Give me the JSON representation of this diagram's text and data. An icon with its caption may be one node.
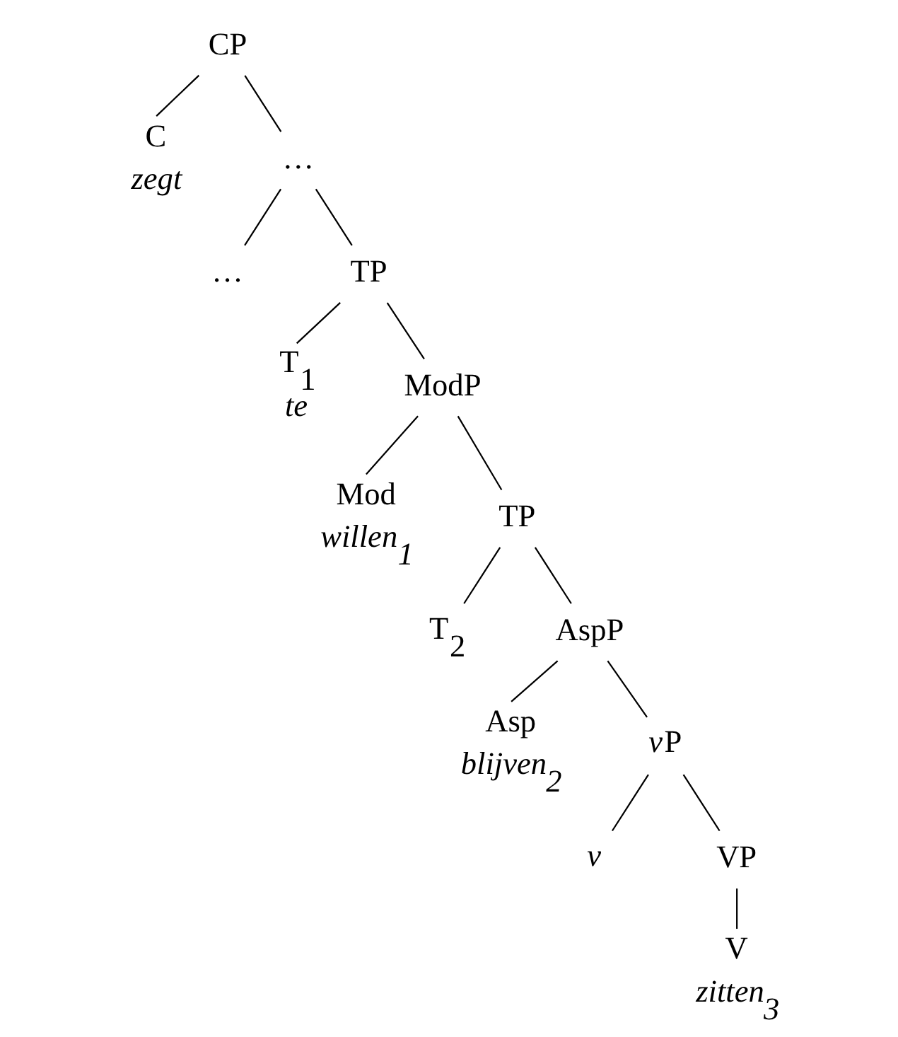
{
  "diagram": {
    "nodes": [
      {
        "text": [
          "CP"
        ]
      },
      {
        "text": [
          "C"
        ],
        "beside": [
          "zegt"
        ]
      },
      {
        "text": [
          "…"
        ]
      },
      {
        "text": [
          "…"
        ]
      },
      {
        "text": [
          "TP"
        ]
      },
      {
        "text": [
          "T$_{1}$"
        ],
        "beside": [
          "te"
        ]
      },
      {
        "text": [
          "ModP"
        ]
      },
      {
        "text": [
          "Mod"
        ],
        "beside": [
          "willen$_{1}$"
        ]
      },
      {
        "text": [
          "TP"
        ]
      },
      {
        "text": [
          "T$_{2}$"
        ]
      },
      {
        "text": [
          "AspP"
        ]
      },
      {
        "text": [
          "Asp"
        ],
        "beside": [
          "blijven$_{2}$"
        ]
      },
      {
        "text": [
          "vP"
        ]
      },
      {
        "text": [
          "v"
        ]
      },
      {
        "text": [
          "VP"
        ]
      },
      {
        "text": [
          "V"
        ],
        "beside": [
          "zitten$_{3}$"
        ]
      }
    ],
    "edges": [
      {
        "from": 0,
        "to": 1,
        "arrow": "none"
      },
      {
        "from": 0,
        "to": 2,
        "arrow": "none"
      },
      {
        "from": 2,
        "to": 3,
        "arrow": "none"
      },
      {
        "from": 2,
        "to": 4,
        "arrow": "none"
      },
      {
        "from": 4,
        "to": 5,
        "arrow": "none"
      },
      {
        "from": 4,
        "to": 6,
        "arrow": "none"
      },
      {
        "from": 6,
        "to": 7,
        "arrow": "none"
      },
      {
        "from": 6,
        "to": 8,
        "arrow": "none"
      },
      {
        "from": 8,
        "to": 9,
        "arrow": "none"
      },
      {
        "from": 8,
        "to": 10,
        "arrow": "none"
      },
      {
        "from": 10,
        "to": 11,
        "arrow": "none"
      },
      {
        "from": 10,
        "to": 12,
        "arrow": "none"
      },
      {
        "from": 12,
        "to": 13,
        "arrow": "none"
      },
      {
        "from": 12,
        "to": 14,
        "arrow": "none"
      },
      {
        "from": 14,
        "to": 15,
        "arrow": "none"
      }
    ]
  }
}
